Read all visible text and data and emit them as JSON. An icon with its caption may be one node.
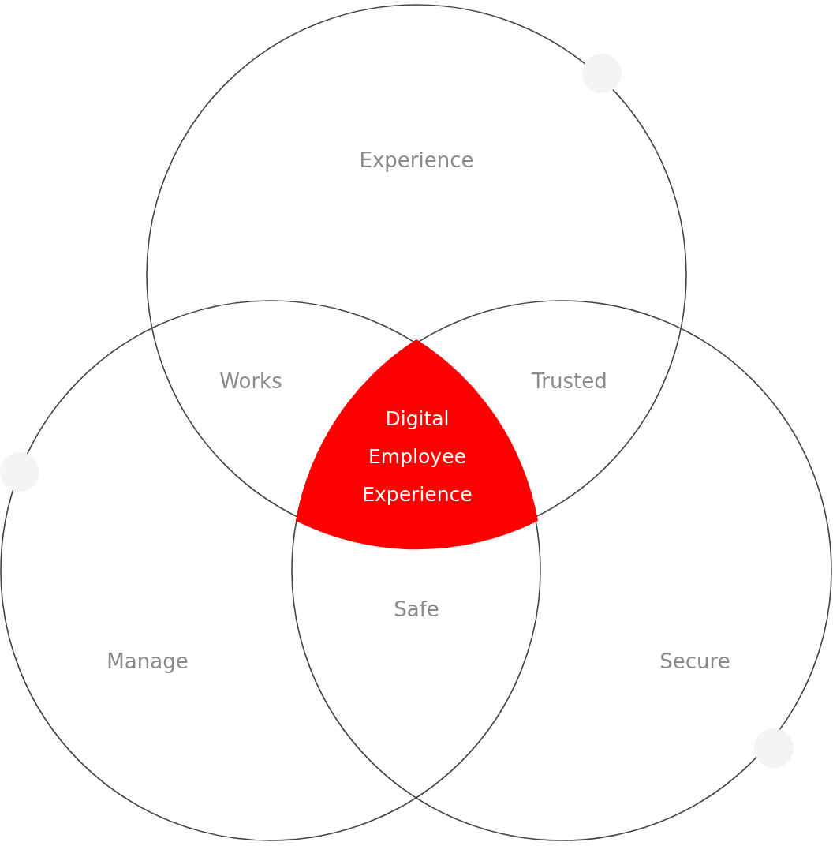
{
  "diagram": {
    "nodes": [
      {
        "text": [
          "Experience"
        ]
      },
      {
        "text": [
          "Manage"
        ]
      },
      {
        "text": [
          "Secure"
        ]
      },
      {
        "text": [
          "Digital Employee Experience"
        ]
      }
    ],
    "labels": [
      "Works",
      "Trusted",
      "Safe"
    ]
  }
}
